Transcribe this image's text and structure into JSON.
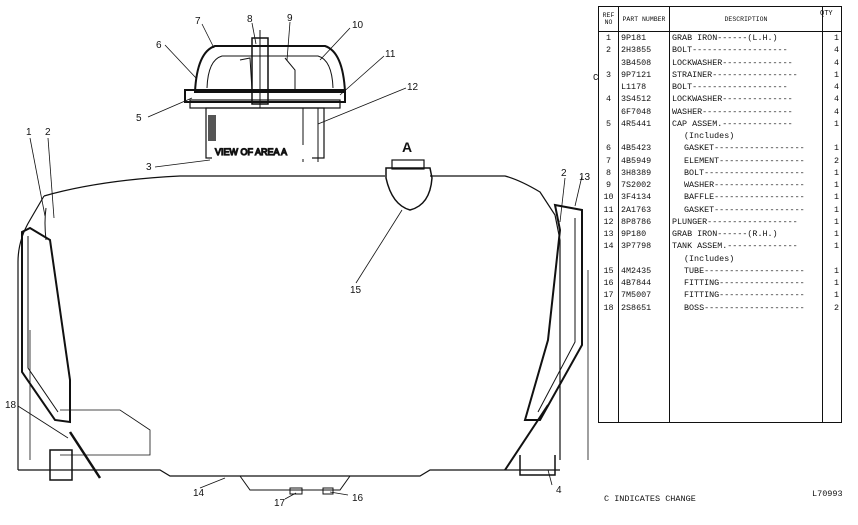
{
  "drawing": {
    "view_letter": "A",
    "view_label": "VIEW OF AREA A",
    "callouts": [
      "1",
      "2",
      "3",
      "4",
      "5",
      "6",
      "7",
      "8",
      "9",
      "10",
      "11",
      "12",
      "13",
      "14",
      "15",
      "16",
      "17",
      "18",
      "2"
    ]
  },
  "parts_list": {
    "headers": {
      "ref": "REF NO",
      "part": "PART NUMBER",
      "desc": "DESCRIPTION",
      "qty": "QTY"
    },
    "rows": [
      {
        "ref": "1",
        "part": "9P181",
        "desc": "GRAB IRON------(L.H.)",
        "qty": "1"
      },
      {
        "ref": "2",
        "part": "2H3855",
        "desc": "BOLT-------------------",
        "qty": "4"
      },
      {
        "ref": "",
        "part": "3B4508",
        "desc": "LOCKWASHER--------------",
        "qty": "4"
      },
      {
        "ref": "3",
        "part": "9P7121",
        "desc": "STRAINER-----------------",
        "qty": "1"
      },
      {
        "ref": "",
        "part": "L1178",
        "desc": "BOLT-------------------",
        "qty": "4"
      },
      {
        "ref": "4",
        "part": "3S4512",
        "desc": "LOCKWASHER--------------",
        "qty": "4"
      },
      {
        "ref": "",
        "part": "6F7048",
        "desc": "WASHER------------------",
        "qty": "4"
      },
      {
        "ref": "5",
        "part": "4R5441",
        "desc": "CAP ASSEM.--------------",
        "qty": "1"
      },
      {
        "ref": "",
        "part": "",
        "desc": "(Includes)",
        "qty": "",
        "indent": true
      },
      {
        "ref": "6",
        "part": "4B5423",
        "desc": "GASKET------------------",
        "qty": "1",
        "indent": true
      },
      {
        "ref": "7",
        "part": "4B5949",
        "desc": "ELEMENT-----------------",
        "qty": "2",
        "indent": true
      },
      {
        "ref": "8",
        "part": "3H8389",
        "desc": "BOLT--------------------",
        "qty": "1",
        "indent": true
      },
      {
        "ref": "9",
        "part": "7S2002",
        "desc": "WASHER------------------",
        "qty": "1",
        "indent": true
      },
      {
        "ref": "10",
        "part": "3F4134",
        "desc": "BAFFLE------------------",
        "qty": "1",
        "indent": true
      },
      {
        "ref": "11",
        "part": "2A1763",
        "desc": "GASKET------------------",
        "qty": "1",
        "indent": true
      },
      {
        "ref": "12",
        "part": "8P8786",
        "desc": "PLUNGER------------------",
        "qty": "1"
      },
      {
        "ref": "13",
        "part": "9P180",
        "desc": "GRAB IRON------(R.H.)",
        "qty": "1"
      },
      {
        "ref": "14",
        "part": "3P7798",
        "desc": "TANK ASSEM.--------------",
        "qty": "1"
      },
      {
        "ref": "",
        "part": "",
        "desc": "(Includes)",
        "qty": "",
        "indent": true
      },
      {
        "ref": "15",
        "part": "4M2435",
        "desc": "TUBE--------------------",
        "qty": "1",
        "indent": true
      },
      {
        "ref": "16",
        "part": "4B7844",
        "desc": "FITTING-----------------",
        "qty": "1",
        "indent": true
      },
      {
        "ref": "17",
        "part": "7M5007",
        "desc": "FITTING-----------------",
        "qty": "1",
        "indent": true
      },
      {
        "ref": "18",
        "part": "2S8651",
        "desc": "BOSS--------------------",
        "qty": "2",
        "indent": true
      }
    ],
    "change_marker": "C",
    "footer_note": "C INDICATES CHANGE",
    "sheet_number": "L70993"
  }
}
